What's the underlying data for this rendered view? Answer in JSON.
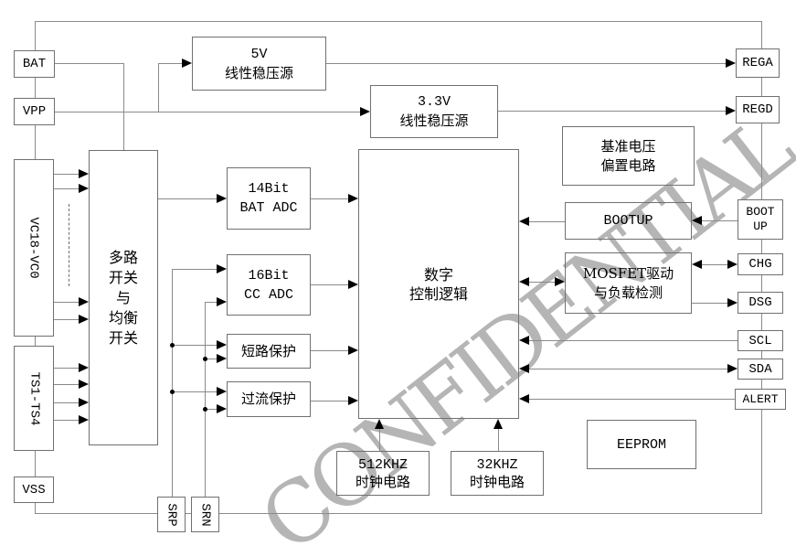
{
  "watermark": {
    "text": "CONFIDENTIAL",
    "color": "#b5b5b5"
  },
  "pins": {
    "bat": "BAT",
    "vpp": "VPP",
    "vc": "VC18-VC0",
    "ts": "TS1-TS4",
    "vss": "VSS",
    "srp": "SRP",
    "srn": "SRN",
    "rega": "REGA",
    "regd": "REGD",
    "boot_line1": "BOOT",
    "boot_line2": "UP",
    "chg": "CHG",
    "dsg": "DSG",
    "scl": "SCL",
    "sda": "SDA",
    "alert": "ALERT"
  },
  "blocks": {
    "reg5v": {
      "line1": "5V",
      "line2": "线性稳压源"
    },
    "reg33v": {
      "line1": "3.3V",
      "line2": "线性稳压源"
    },
    "mux": {
      "line1": "多路",
      "line2": "开关",
      "line3": "与",
      "line4": "均衡",
      "line5": "开关"
    },
    "bat_adc": {
      "line1": "14Bit",
      "line2": "BAT ADC"
    },
    "cc_adc": {
      "line1": "16Bit",
      "line2": "CC ADC"
    },
    "short_protect": {
      "label": "短路保护"
    },
    "overcurrent_protect": {
      "label": "过流保护"
    },
    "digital_logic": {
      "line1": "数字",
      "line2": "控制逻辑"
    },
    "vref_bias": {
      "line1": "基准电压",
      "line2": "偏置电路"
    },
    "bootup": {
      "label": "BOOTUP"
    },
    "mosfet_driver": {
      "line1": "MOSFET驱动",
      "line2": "与负载检测"
    },
    "eeprom": {
      "label": "EEPROM"
    },
    "clk512": {
      "line1": "512KHZ",
      "line2": "时钟电路"
    },
    "clk32": {
      "line1": "32KHZ",
      "line2": "时钟电路"
    }
  },
  "colors": {
    "wire": "#8a8a8a",
    "box_border": "#707070",
    "arrow": "#000000",
    "text": "#000000",
    "watermark": "#b5b5b5",
    "background": "#ffffff"
  }
}
